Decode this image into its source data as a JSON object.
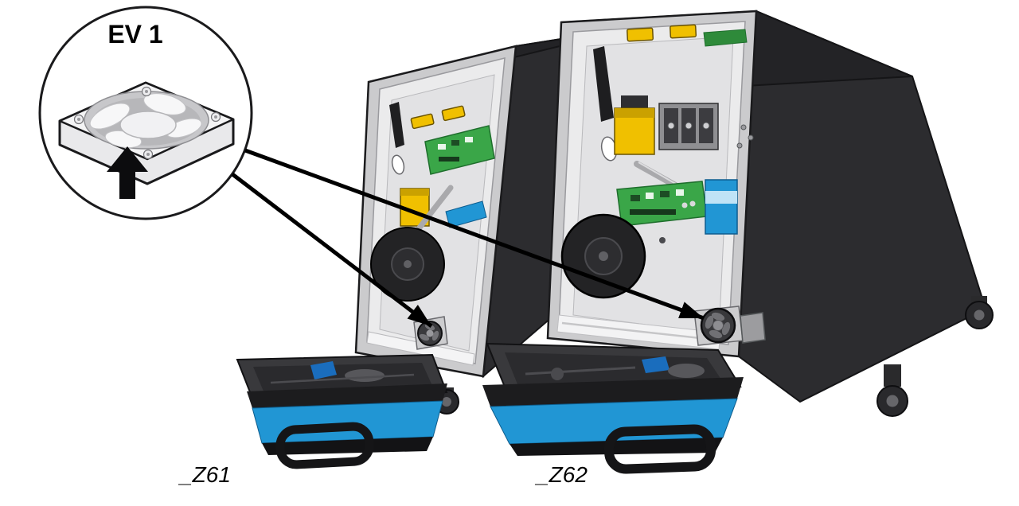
{
  "figure": {
    "type": "technical-illustration",
    "background": "#ffffff",
    "callout": {
      "label": "EV 1",
      "part": "cooling-fan"
    },
    "machines": [
      {
        "id": "Z61",
        "label": "_Z61"
      },
      {
        "id": "Z62",
        "label": "_Z62"
      }
    ],
    "icons": [
      "fan-icon",
      "up-arrow-icon",
      "leader-arrow",
      "caster-wheel"
    ],
    "colors": {
      "outline": "#1a1a1c",
      "cabinet_side": "#2c2c2f",
      "cabinet_top": "#232326",
      "door_frame": "#cbcbcd",
      "interior": "#ebebec",
      "accent_blue": "#2196d4",
      "tray_blue": "#1a6dbd",
      "pcb_green": "#3aa648",
      "component_yellow": "#f0c000",
      "spool_black": "#232325"
    }
  }
}
